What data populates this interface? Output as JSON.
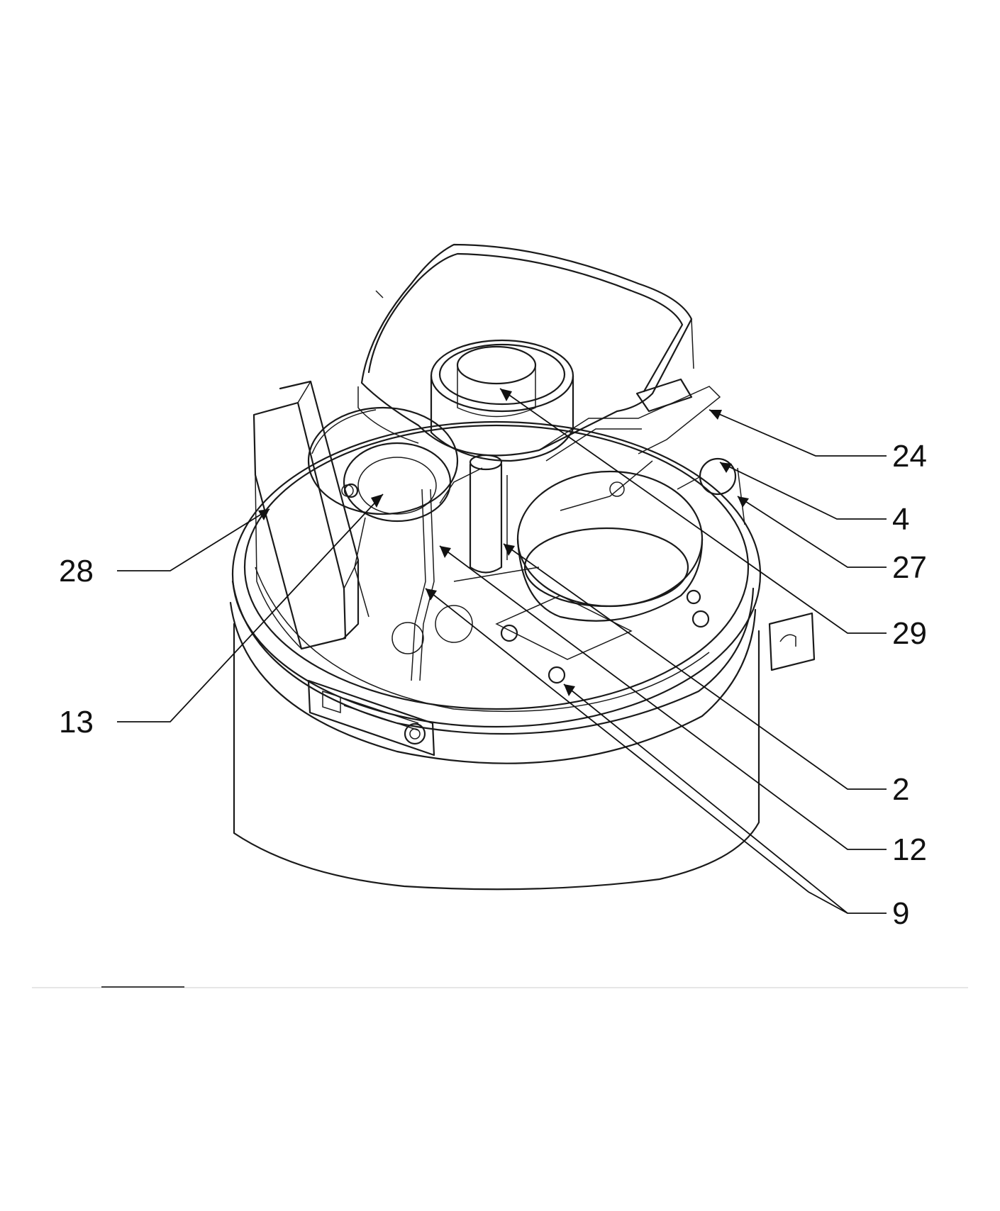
{
  "diagram": {
    "callouts": [
      {
        "id": "24",
        "label": "24"
      },
      {
        "id": "4",
        "label": "4"
      },
      {
        "id": "27",
        "label": "27"
      },
      {
        "id": "29",
        "label": "29"
      },
      {
        "id": "28",
        "label": "28"
      },
      {
        "id": "13",
        "label": "13"
      },
      {
        "id": "2",
        "label": "2"
      },
      {
        "id": "12",
        "label": "12"
      },
      {
        "id": "9",
        "label": "9"
      }
    ]
  }
}
